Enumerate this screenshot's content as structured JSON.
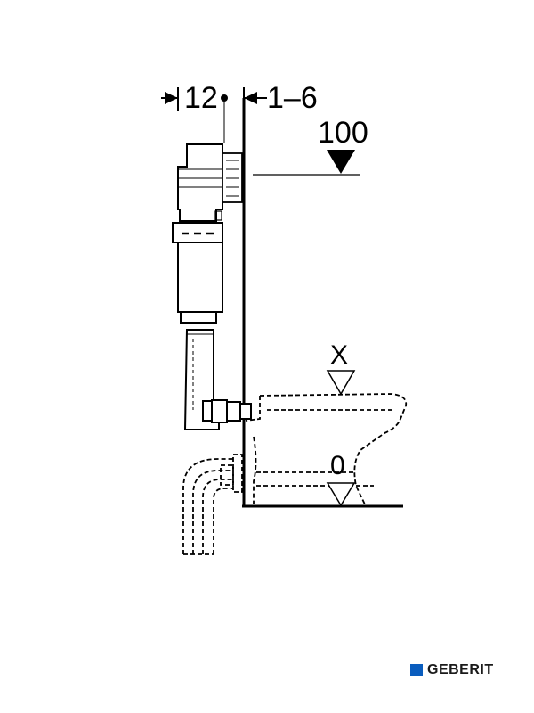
{
  "dimensions": {
    "left_dim": "12",
    "right_dim": "1–6",
    "height_label": "100"
  },
  "levels": {
    "upper_label": "X",
    "lower_label": "0"
  },
  "brand": {
    "name": "GEBERIT",
    "color": "#0a5dbe"
  },
  "icons": [
    "dimension-arrow-icon",
    "level-triangle-icon",
    "geberit-logo-icon"
  ]
}
